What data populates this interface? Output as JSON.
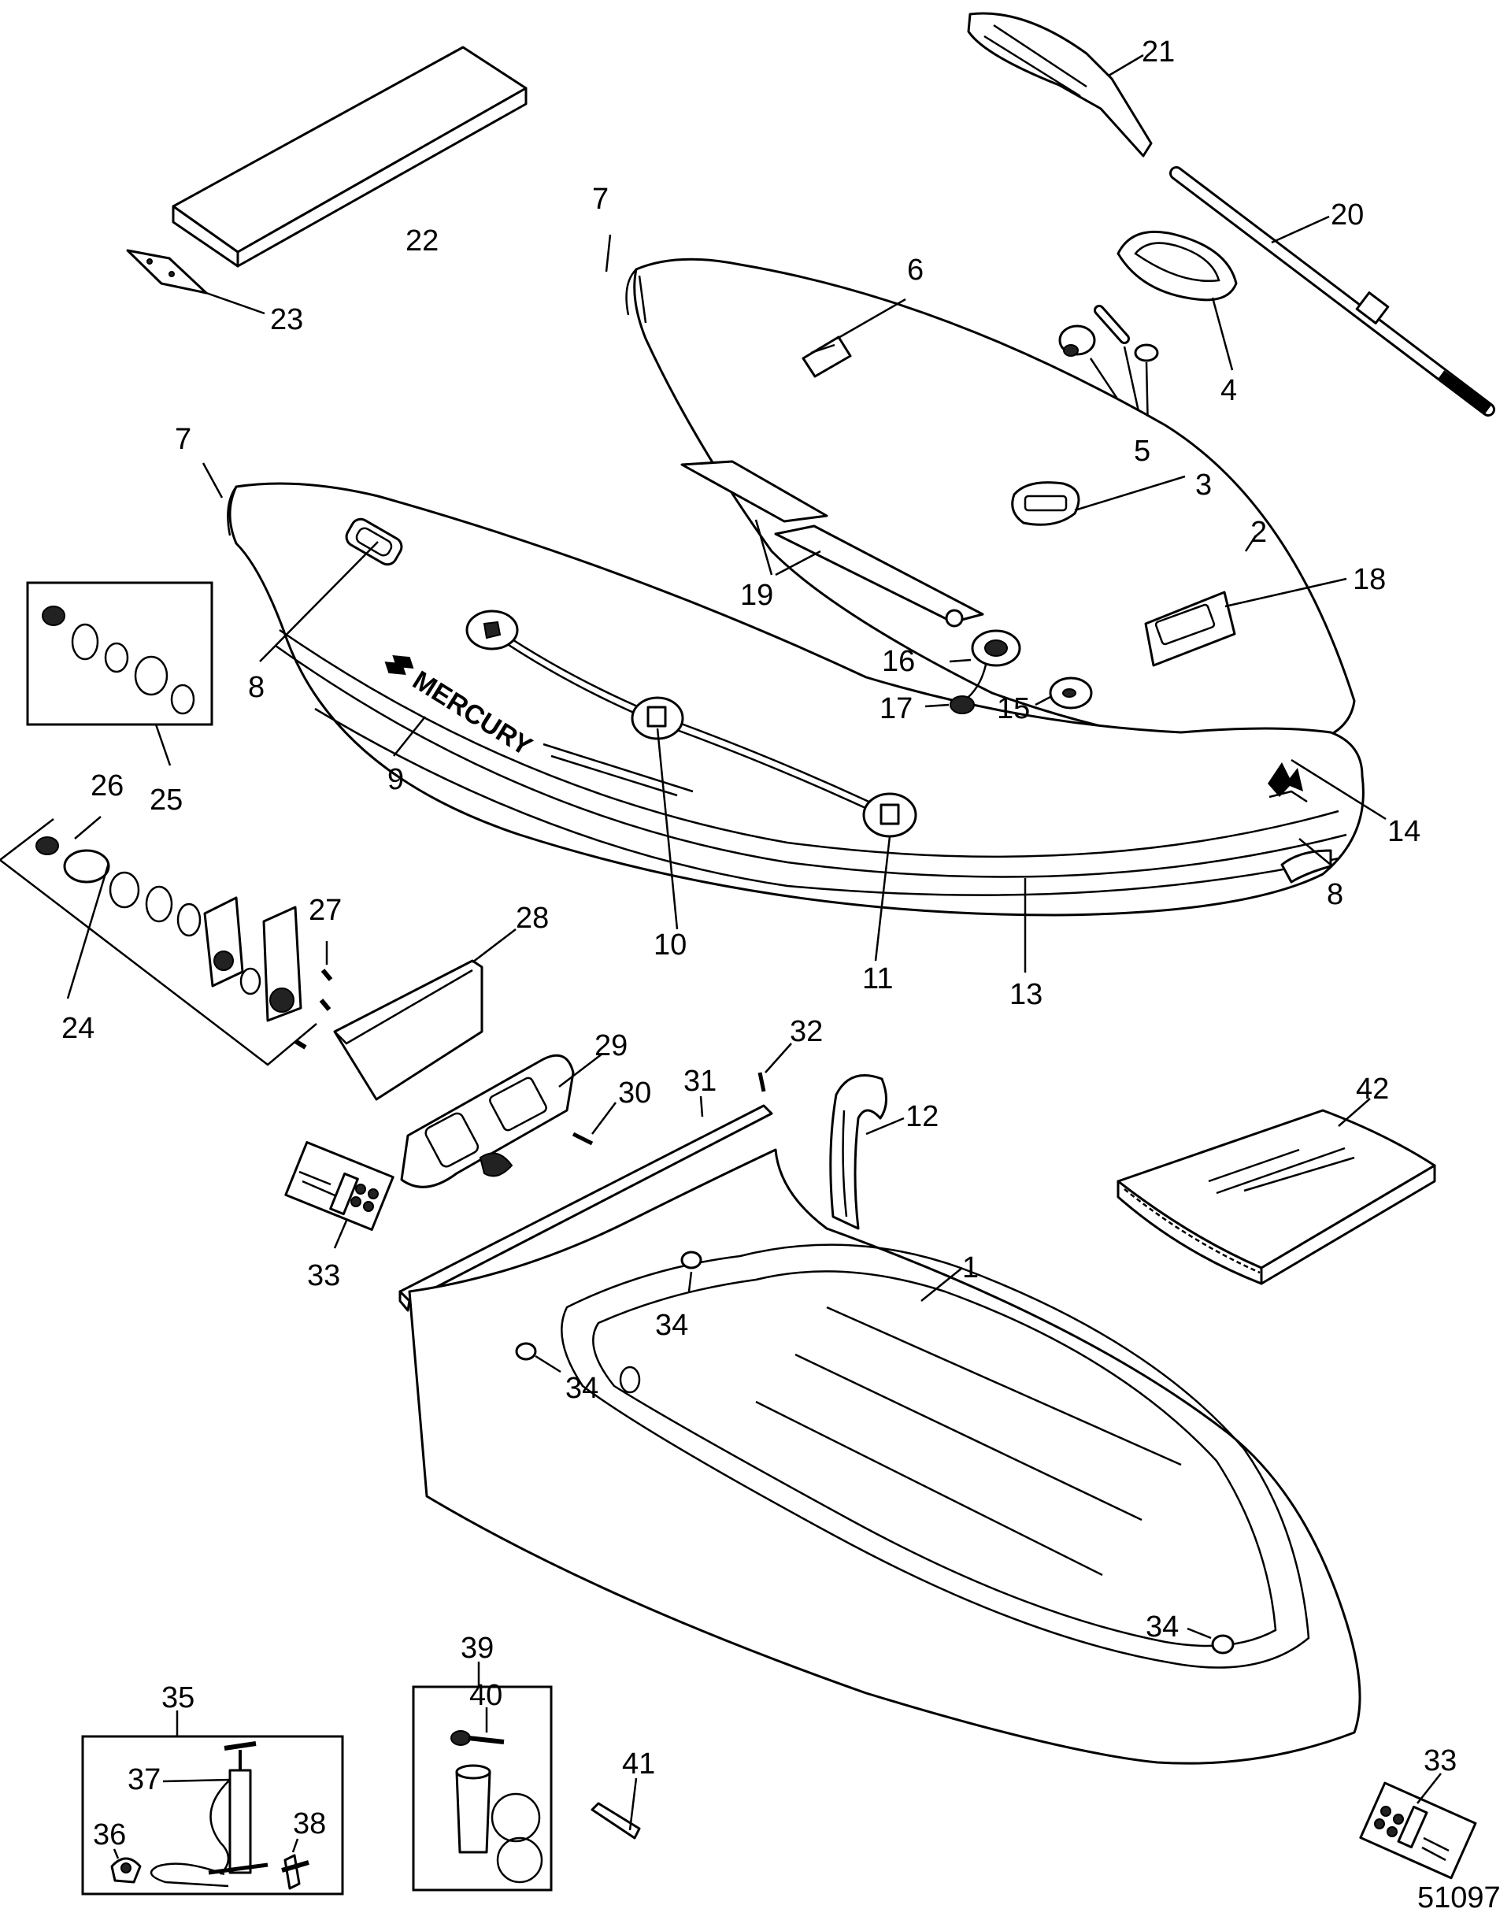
{
  "brand_text": "MERCURY",
  "diagram_id": "51097",
  "parts": [
    {
      "key": "p1",
      "label": "1"
    },
    {
      "key": "p2",
      "label": "2"
    },
    {
      "key": "p3",
      "label": "3"
    },
    {
      "key": "p4",
      "label": "4"
    },
    {
      "key": "p5",
      "label": "5"
    },
    {
      "key": "p6",
      "label": "6"
    },
    {
      "key": "p7a",
      "label": "7"
    },
    {
      "key": "p7b",
      "label": "7"
    },
    {
      "key": "p8a",
      "label": "8"
    },
    {
      "key": "p8b",
      "label": "8"
    },
    {
      "key": "p9",
      "label": "9"
    },
    {
      "key": "p10",
      "label": "10"
    },
    {
      "key": "p11",
      "label": "11"
    },
    {
      "key": "p12",
      "label": "12"
    },
    {
      "key": "p13",
      "label": "13"
    },
    {
      "key": "p14",
      "label": "14"
    },
    {
      "key": "p15",
      "label": "15"
    },
    {
      "key": "p16",
      "label": "16"
    },
    {
      "key": "p17",
      "label": "17"
    },
    {
      "key": "p18",
      "label": "18"
    },
    {
      "key": "p19",
      "label": "19"
    },
    {
      "key": "p20",
      "label": "20"
    },
    {
      "key": "p21",
      "label": "21"
    },
    {
      "key": "p22",
      "label": "22"
    },
    {
      "key": "p23",
      "label": "23"
    },
    {
      "key": "p24",
      "label": "24"
    },
    {
      "key": "p25",
      "label": "25"
    },
    {
      "key": "p26",
      "label": "26"
    },
    {
      "key": "p27",
      "label": "27"
    },
    {
      "key": "p28",
      "label": "28"
    },
    {
      "key": "p29",
      "label": "29"
    },
    {
      "key": "p30",
      "label": "30"
    },
    {
      "key": "p31",
      "label": "31"
    },
    {
      "key": "p32",
      "label": "32"
    },
    {
      "key": "p33a",
      "label": "33"
    },
    {
      "key": "p33b",
      "label": "33"
    },
    {
      "key": "p34a",
      "label": "34"
    },
    {
      "key": "p34b",
      "label": "34"
    },
    {
      "key": "p34c",
      "label": "34"
    },
    {
      "key": "p35",
      "label": "35"
    },
    {
      "key": "p36",
      "label": "36"
    },
    {
      "key": "p37",
      "label": "37"
    },
    {
      "key": "p38",
      "label": "38"
    },
    {
      "key": "p39",
      "label": "39"
    },
    {
      "key": "p40",
      "label": "40"
    },
    {
      "key": "p41",
      "label": "41"
    },
    {
      "key": "p42",
      "label": "42"
    }
  ]
}
